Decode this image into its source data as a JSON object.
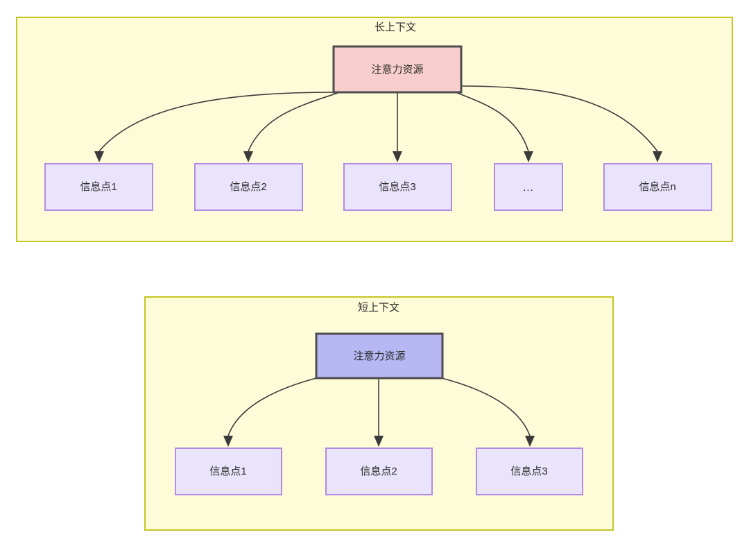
{
  "diagram": {
    "type": "flow-diagram",
    "background_color": "#ffffff",
    "panels": [
      {
        "id": "long-context",
        "title": "长上下文",
        "fill_color": "#fdfbd8",
        "border_color": "#c6c626",
        "root_node": {
          "label": "注意力资源",
          "fill_color": "#f8cecc",
          "border_color": "#4d4d4d"
        },
        "child_nodes": [
          {
            "label": "信息点1",
            "fill_color": "#e9e4fb",
            "border_color": "#b28ce2"
          },
          {
            "label": "信息点2",
            "fill_color": "#e9e4fb",
            "border_color": "#b28ce2"
          },
          {
            "label": "信息点3",
            "fill_color": "#e9e4fb",
            "border_color": "#b28ce2"
          },
          {
            "label": "...",
            "fill_color": "#e9e4fb",
            "border_color": "#b28ce2"
          },
          {
            "label": "信息点n",
            "fill_color": "#e9e4fb",
            "border_color": "#b28ce2"
          }
        ]
      },
      {
        "id": "short-context",
        "title": "短上下文",
        "fill_color": "#fdfbd8",
        "border_color": "#c6c626",
        "root_node": {
          "label": "注意力资源",
          "fill_color": "#b7b7f4",
          "border_color": "#4d4d4d"
        },
        "child_nodes": [
          {
            "label": "信息点1",
            "fill_color": "#e9e4fb",
            "border_color": "#b28ce2"
          },
          {
            "label": "信息点2",
            "fill_color": "#e9e4fb",
            "border_color": "#b28ce2"
          },
          {
            "label": "信息点3",
            "fill_color": "#e9e4fb",
            "border_color": "#b28ce2"
          }
        ]
      }
    ],
    "edge_color": "#3b3b3b"
  }
}
